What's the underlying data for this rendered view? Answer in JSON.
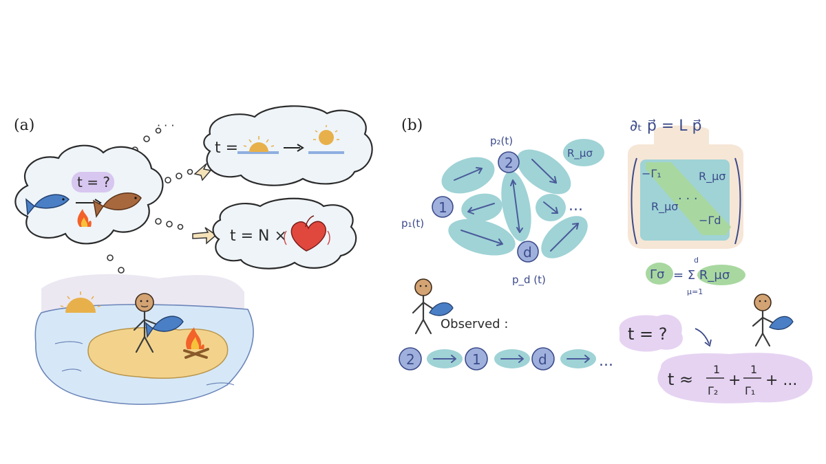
{
  "panel_a": {
    "label": "(a)",
    "question": "t = ?",
    "sun_equation": "t =",
    "heart_equation": "t = N ×"
  },
  "panel_b": {
    "label": "(b)",
    "node_2": "2",
    "node_1": "1",
    "node_d": "d",
    "p2": "p₂(t)",
    "p1": "p₁(t)",
    "pd": "p_d (t)",
    "rate_label": "R_μσ",
    "ellipsis": "...",
    "master_eq": "∂ₜ p⃗ = L p⃗",
    "matrix_diag_1": "−Γ₁",
    "matrix_diag_d": "−Γd",
    "matrix_offdiag": "R_μσ",
    "gamma_eq_lhs": "Γσ",
    "gamma_eq_rhs": "= Σ R_μσ",
    "sum_upper": "d",
    "sum_lower": "μ=1",
    "observed_label": "Observed :",
    "obs_seq": [
      "2",
      "1",
      "d"
    ],
    "question": "t = ?",
    "estimate": "t ≈",
    "frac1_num": "1",
    "frac1_den": "Γ₂",
    "frac2_num": "1",
    "frac2_den": "Γ₁",
    "estimate_tail": "+ ..."
  },
  "colors": {
    "cloud": "#eef4f8",
    "teal": "#9fd3d6",
    "node": "#9fb0dc",
    "green": "#a8d8a0",
    "lilac": "#e6d3f2",
    "matrix_bg": "#f6e6d6",
    "sand": "#f3d38c",
    "water": "#d6e8f7",
    "sky": "#ece8f2"
  }
}
